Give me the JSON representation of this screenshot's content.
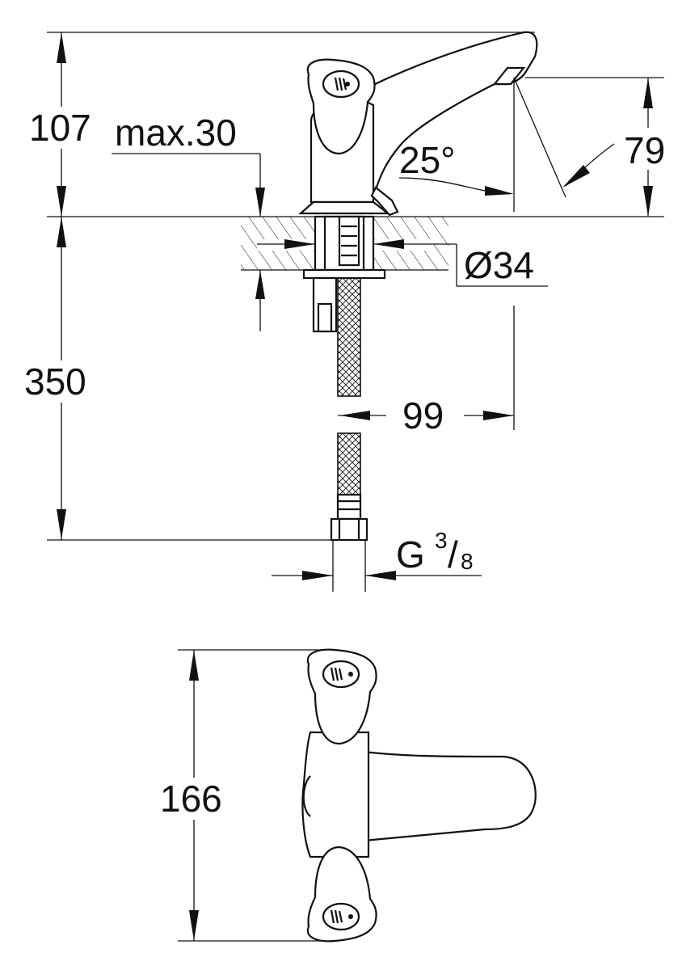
{
  "dimensions": {
    "top_height": "107",
    "max_thickness": "max.30",
    "angle": "25°",
    "spout_height": "79",
    "shank_diameter": "Ø34",
    "hose_length": "350",
    "spout_projection": "99",
    "connection_prefix": "G",
    "connection_numerator": "3",
    "connection_slash": "/",
    "connection_denominator": "8",
    "top_view_width": "166"
  },
  "colors": {
    "line": "#111111",
    "background": "#ffffff"
  }
}
